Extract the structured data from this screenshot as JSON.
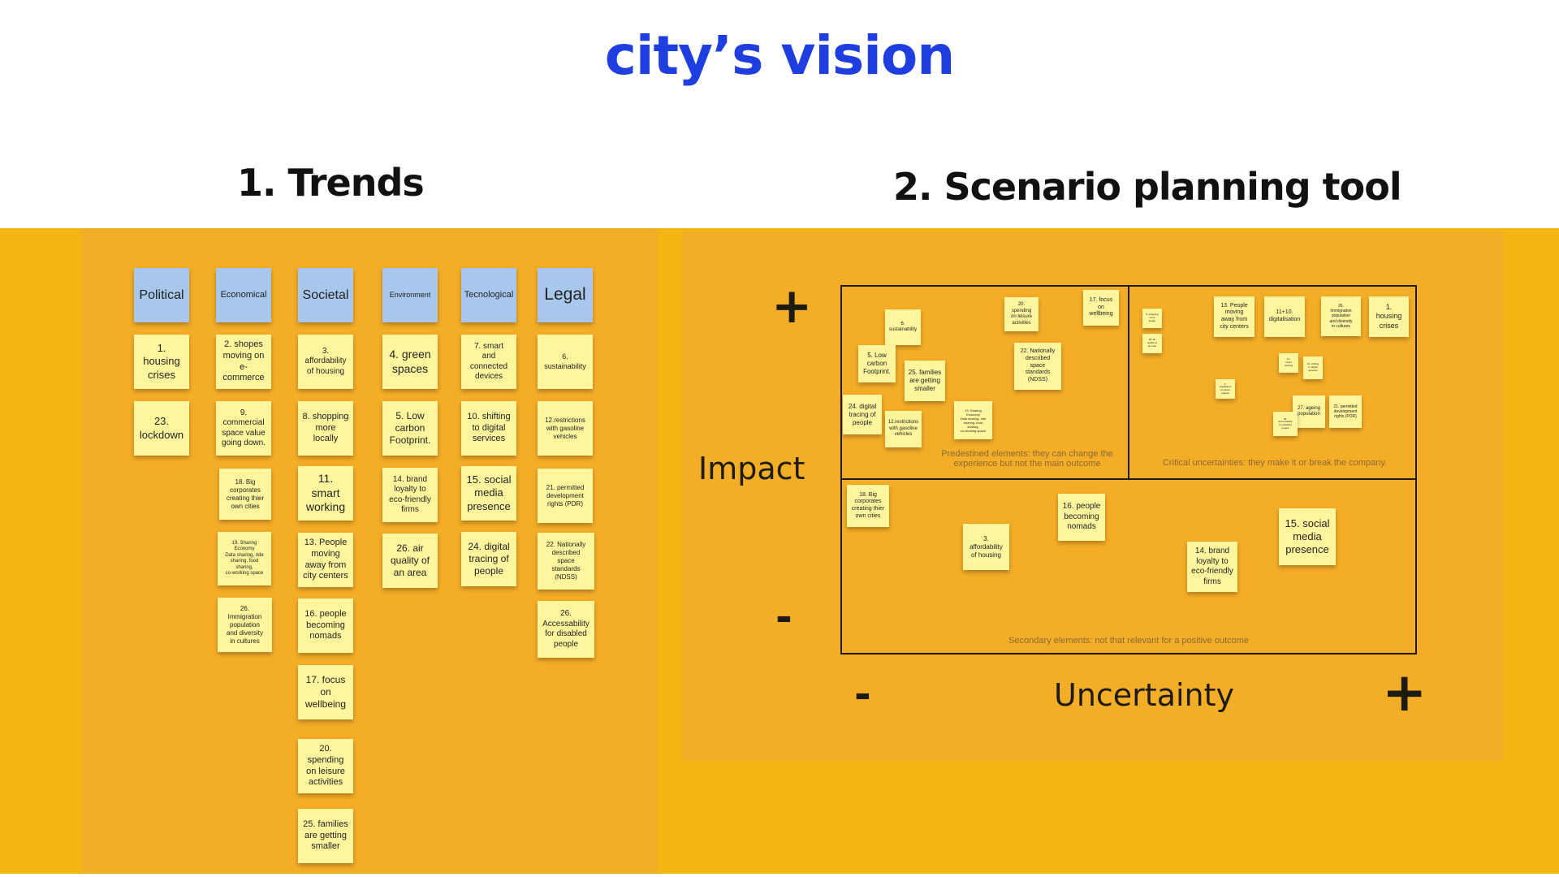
{
  "page": {
    "title": "city’s vision",
    "section1_title": "1. Trends",
    "section2_title": "2. Scenario planning tool"
  },
  "colors": {
    "title": "#1f3ee0",
    "band": "#f7b514",
    "panel": "#f4ad27",
    "sticky": "#fff59d",
    "header_sticky": "#a8c7ec"
  },
  "trends": {
    "headers": [
      "Political",
      "Economical",
      "Societal",
      "Environment",
      "Tecnological",
      "Legal"
    ],
    "political": [
      "1.\nhousing\ncrises",
      "23.\nlockdown"
    ],
    "economical": [
      "2.  shopes\nmoving on\ne-\ncommerce",
      "9.\ncommercial\nspace value\ngoing down.",
      "18. Big\ncorporates\ncreating thier\nown cities",
      "19. Sharing\nEconomy\nData sharing, ride\nsharing, food\nsharing,\nco-working space",
      "26.\nImmigration\npopulation\nand diversity\nin cultures"
    ],
    "societal": [
      "3.\naffordability\nof housing",
      "8. shopping\nmore\nlocally",
      "11.\nsmart\nworking",
      "13.  People\nmoving\naway from\ncity centers",
      "16. people\nbecoming\nnomads",
      "17. focus\non\nwellbeing",
      "20.\nspending\non leisure\nactivities",
      "25. families\nare getting\nsmaller"
    ],
    "environment": [
      "4. green\nspaces",
      "5. Low\ncarbon\nFootprint.",
      "14. brand\nloyalty to\neco-friendly\nfirms",
      "26. air\nquality of\nan area"
    ],
    "technological": [
      "7. smart\nand\nconnected\ndevices",
      "10. shifting\nto  digital\nservices",
      "15. social\nmedia\npresence",
      "24. digital\ntracing of\npeople"
    ],
    "legal": [
      "6.\nsustainability",
      "12.restrictions\nwith gasoline\nvehicles",
      "21. permitted\ndevelopment\nrights (PDR)",
      "22. Nationally\ndescribed\nspace\nstandards\n(NDSS)",
      "26.\nAccessability\nfor disabled\npeople"
    ]
  },
  "scenario": {
    "impact_label": "Impact",
    "uncertainty_label": "Uncertainty",
    "plus": "+",
    "minus": "-",
    "top_left_caption": "Predestined elements: they can change the\nexperience but not the main outcome",
    "top_right_caption": "Critical uncertainties: they make it or break the company.",
    "bottom_caption": "Secondary elements: not that relevant for a positive outcome",
    "top_left_notes": [
      "6.\nsustainability",
      "5. Low\ncarbon\nFootprint.",
      "25. families\nare getting\nsmaller",
      "24. digital\ntracing of\npeople",
      "12.restrictions\nwith gasoline\nvehicles",
      "19. Sharing\nEconomy\nData sharing, ride\nsharing, food\nsharing,\nco-working space",
      "20.\nspending\non leisure\nactivities",
      "17. focus\non\nwellbeing",
      "22. Nationally\ndescribed\nspace\nstandards\n(NDSS)"
    ],
    "top_right_notes": [
      "8. shopping\nmore\nlocally",
      "26. air\nquality of\nan area",
      "13.  People\nmoving\naway from\ncity centers",
      "11+10.\ndigitalisation",
      "26.\nImmigration\npopulation\nand diversity\nin cultures",
      "1.\nhousing\ncrises",
      "11.\nsmart\nworking",
      "10. shifting\nto digital\nservices",
      "4.\nregulations\non green\nspaces",
      "27. ageing\npopulation",
      "21. permitted\ndevelopment\nrights (PDR)",
      "26.\nAccessability\nfor disabled\npeople"
    ],
    "bottom_notes": [
      "18. Big\ncorporates\ncreating thier\nown cities",
      "3.\naffordability\nof housing",
      "16. people\nbecoming\nnomads",
      "14. brand\nloyalty to\neco-friendly\nfirms",
      "15. social\nmedia\npresence"
    ]
  }
}
